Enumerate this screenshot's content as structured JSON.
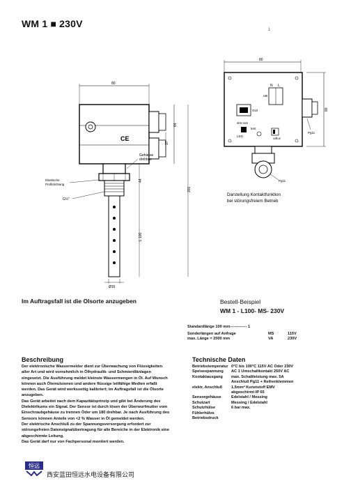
{
  "title": "WM 1 ■ 230V",
  "page_number": "1",
  "drawing_left": {
    "dim_width": "80",
    "dim_h1": "64",
    "dim_h2": "37",
    "dim_h3": "44",
    "dim_total": "201",
    "dim_l": "L 100",
    "dim_dia": "Ø16",
    "label_housing_1": "Gehäuse",
    "label_housing_2": "drehbar",
    "label_seal_1": "Elastische",
    "label_seal_2": "Profildichtung",
    "label_thread": "G½\""
  },
  "drawing_right": {
    "dim_width": "80",
    "dim_height": "80",
    "label_n": "N",
    "label_l": "L",
    "label_ub": "UB",
    "label_gsi": "Gs/I",
    "label_stoer": "stör.rüm",
    "label_led": "LED",
    "label_test": "test",
    "label_oduz": "od/uz",
    "label_pg11": "Pg11",
    "label_pg11_b": "Pg11",
    "caption_1": "Darstellung     Kontaktfunktion",
    "caption_2": "bei störungsfreiem Betrieb"
  },
  "install_heading": "Im Auftragsfall ist die Olsorte anzugeben",
  "order": {
    "heading": "Bestell-Beispiel",
    "example": "WM 1 - L100- MS- 230V",
    "standard": "Standardlänge 100 mm------------- 1",
    "rows": [
      {
        "k": "Sonderlängen auf Anfrage",
        "m": "MS",
        "v": "115V"
      },
      {
        "k": "max. Länge = 2000 mm",
        "m": "VA",
        "v": "230V"
      }
    ]
  },
  "beschreibung": {
    "heading": "Beschreibung",
    "lines": [
      "Der elektronische Wassermelder dient zur Überwachung von Flüssigkeiten",
      "aller Art und wird vornehmlich in Ölhydraulik- und Schmierdlänlagen",
      "eingesetzt. Die Ausführung meldet kleinste Wassermengen in Öl. Auf Wunsch",
      "können auch Ölemulsionen und andere flüssige leitfähige Medien erfaßt",
      "werden. Das Gerät wird werksseitig kalibriert; im Auftragsfall ist die Ölsorte",
      "anzugeben.",
      "Das Gerät arbeitet nach dem Kapazitätsprinzip und gibt bei Änderung des",
      "Dielektrikums ein Signal. Der Sensor ist durch lösen der Überwurfmutter vom",
      "Einschraubgehäuse zu trennen Öder um 180 drehbar. Je nach Ausführung des",
      "Sensors können Anteile von <2 % Wasser in Öl gemeldet werden.",
      "Der elektrische Anschluß zu der Spannungsversorgung erfordert zur",
      "störungsfreien Datensignalübertragung für alle Bereiche in der Elektronik eine",
      "abgeschirmte Leitung.",
      "Das Gerät darf nur von Fachpersonal montiert werden."
    ]
  },
  "technische_daten": {
    "heading": "Technische Daten",
    "rows": [
      {
        "k": "Betriebstemperatur",
        "v": "0°C bis 100°C 115V AC Oder 230V"
      },
      {
        "k": "Speisespannung",
        "v": "AC 1 Umschaltkontakt 250V AC"
      },
      {
        "k": "Kontaktausgang",
        "v": "max. Schaltleistung max. 5A"
      },
      {
        "k": "",
        "v": "Anschluß Pg11 + Reihenklemmen"
      },
      {
        "k": "elektr. Anschluß",
        "v": "1,5mm² Kunststoff EMV"
      },
      {
        "k": "",
        "v": "abgeschirmt IP 65"
      },
      {
        "k": "Sensorgehäuse",
        "v": "Edelstahl  /  Messing"
      },
      {
        "k": "Schutzart",
        "v": "Messing  /  Edelstahl"
      },
      {
        "k": "Schutzhülse",
        "v": "6 bar max."
      },
      {
        "k": "Fühlerhülse",
        "v": ""
      },
      {
        "k": "Betriebsdruck",
        "v": ""
      }
    ]
  },
  "footer": "西安蓝田恒远水电设备有限公司",
  "logo_text": "恒远"
}
